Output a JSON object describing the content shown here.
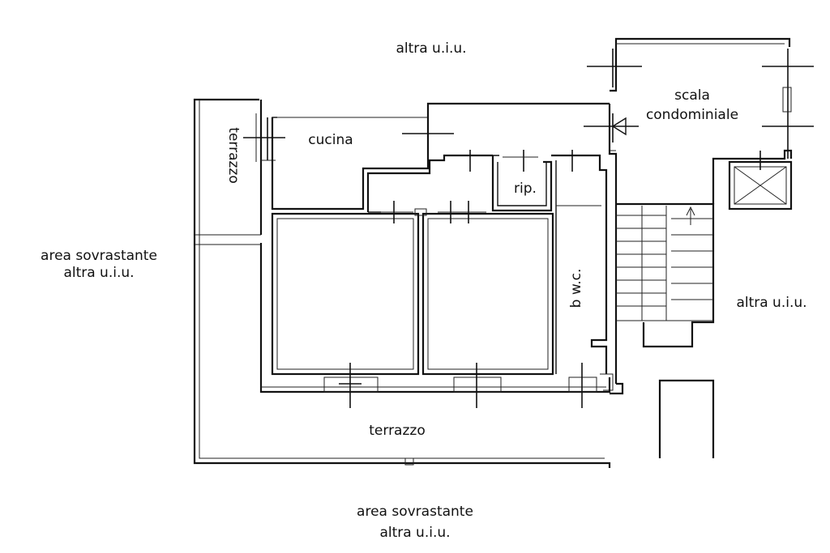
{
  "labels": {
    "top_other_unit": "altra u.i.u.",
    "stair_line1": "scala",
    "stair_line2": "condominiale",
    "kitchen": "cucina",
    "terrace_side": "terrazzo",
    "storage": "rip.",
    "bathroom": "b w.c.",
    "left_area_line1": "area sovrastante",
    "left_area_line2": "altra u.i.u.",
    "right_other_unit": "altra u.i.u.",
    "terrace_main": "terrazzo",
    "bottom_area_line1": "area sovrastante",
    "bottom_area_line2": "altra u.i.u."
  },
  "colors": {
    "line": "#111111",
    "background": "#ffffff"
  }
}
